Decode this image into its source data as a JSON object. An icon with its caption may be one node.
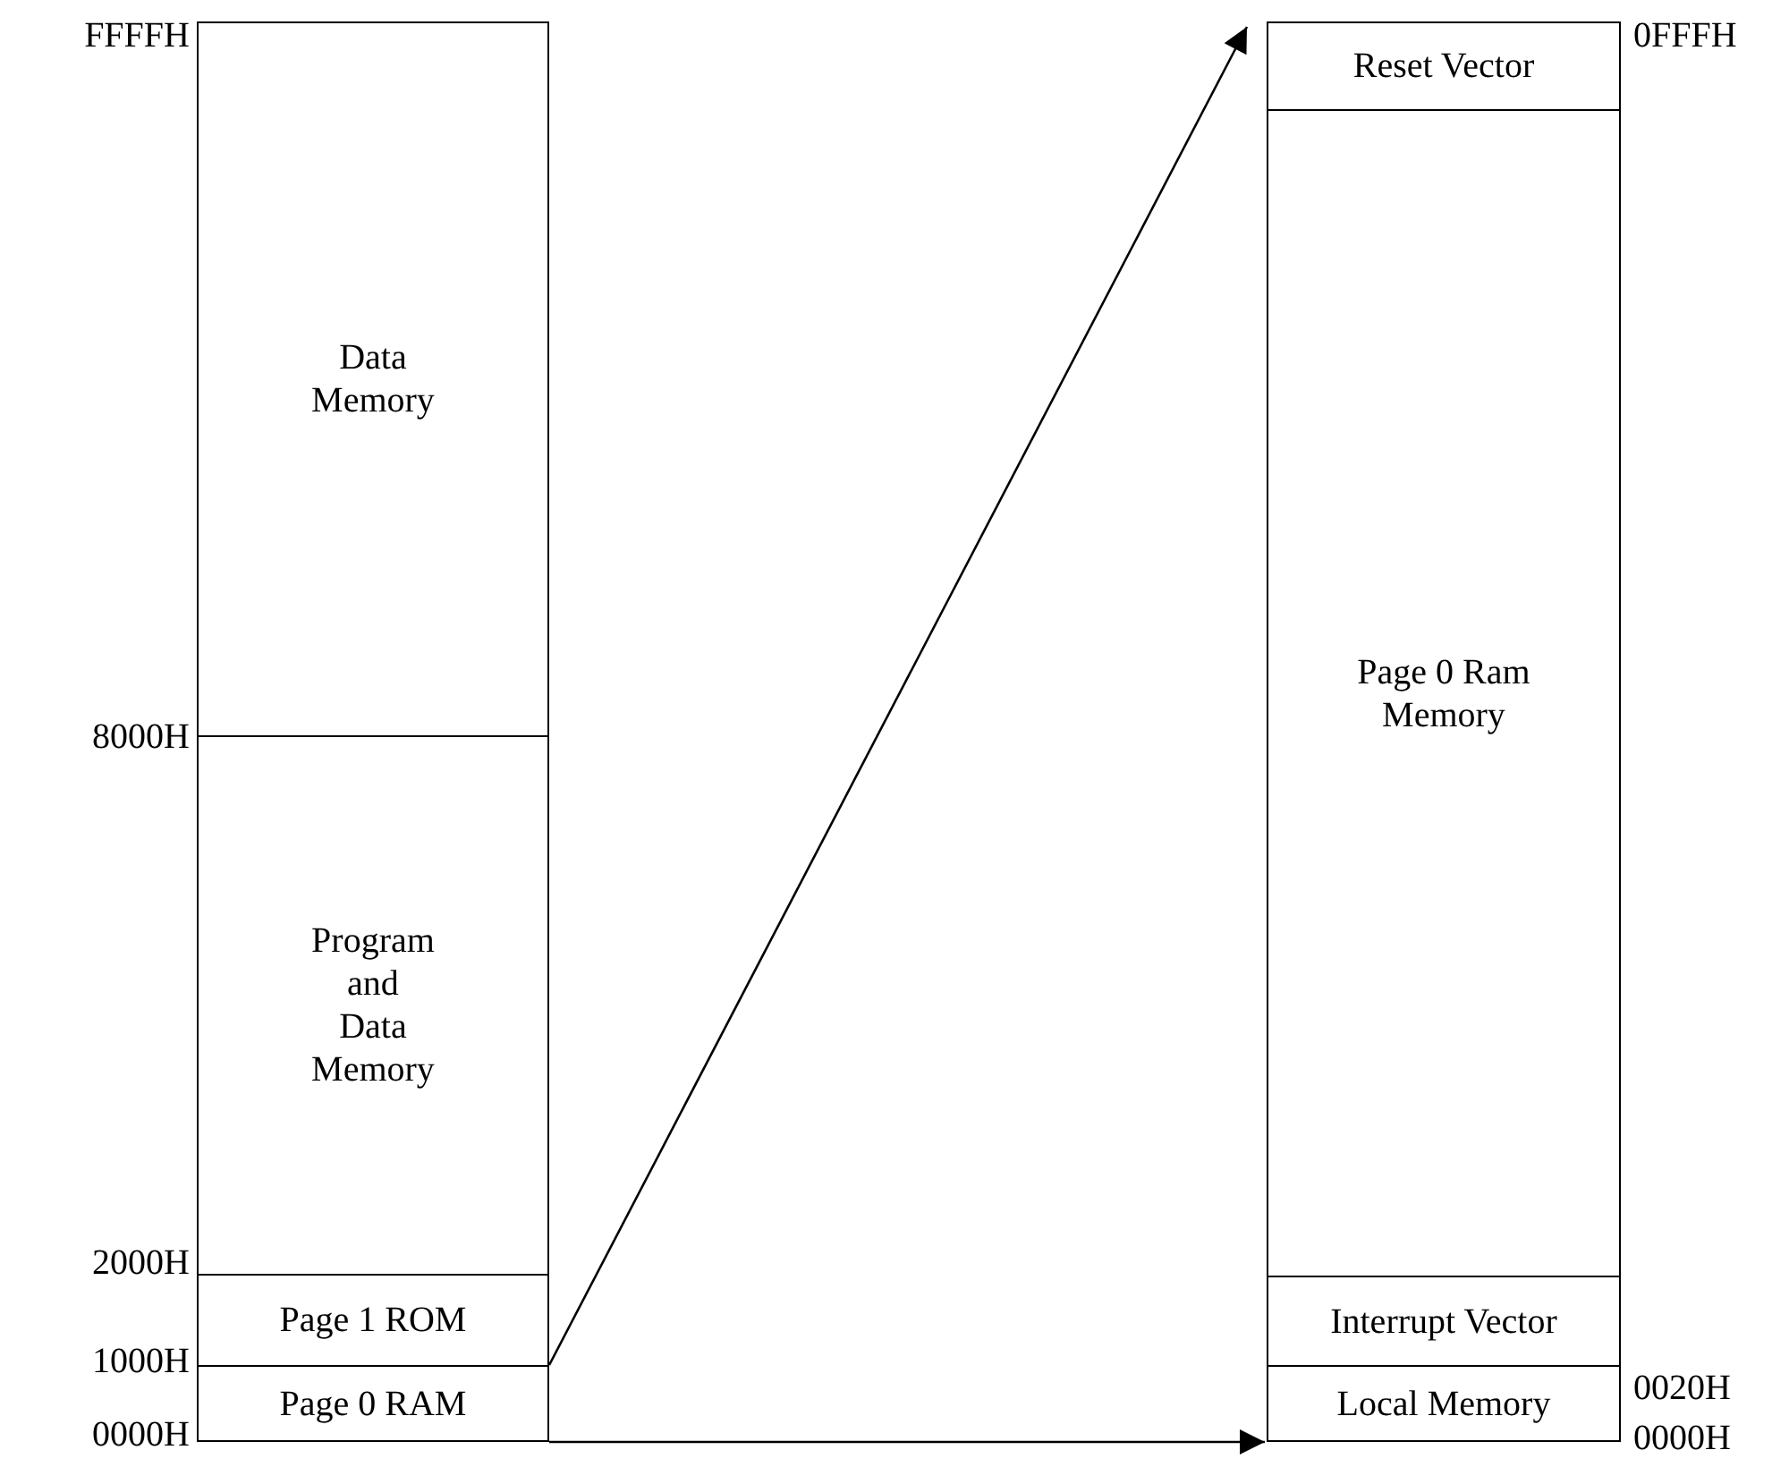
{
  "diagram": {
    "nodes": [
      {
        "text": [
          "Data Memory"
        ]
      },
      {
        "text": [
          "Program and Data Memory"
        ]
      },
      {
        "text": [
          "Page 1 ROM"
        ]
      },
      {
        "text": [
          "Page 0 RAM"
        ]
      },
      {
        "text": [
          "Reset Vector"
        ]
      },
      {
        "text": [
          "Page 0 Ram Memory"
        ]
      },
      {
        "text": [
          "Interrupt Vector"
        ]
      },
      {
        "text": [
          "Local Memory"
        ]
      }
    ],
    "edges": [
      {
        "from": 3,
        "to": 4,
        "arrow": "to"
      },
      {
        "from": 3,
        "to": 7,
        "arrow": "to"
      }
    ],
    "labels": [
      "FFFFH",
      "0FFFH",
      "8000H",
      "2000H",
      "1000H",
      "0020H",
      "0000H",
      "0000H"
    ]
  }
}
